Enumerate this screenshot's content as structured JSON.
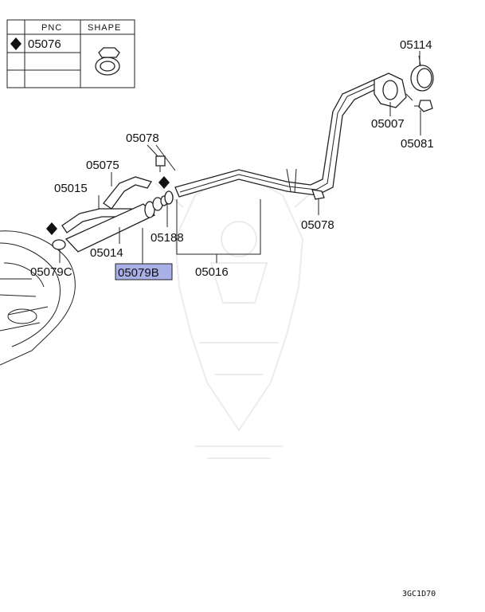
{
  "legend_table": {
    "header_pnc": "PNC",
    "header_shape": "SHAPE",
    "marker_icon": "black-diamond",
    "row_value": "05076"
  },
  "labels": {
    "p05114": "05114",
    "p05007": "05007",
    "p05081": "05081",
    "p05078_top": "05078",
    "p05075": "05075",
    "p05015": "05015",
    "p05078_right": "05078",
    "p05188": "05188",
    "p05014": "05014",
    "p05079C": "05079C",
    "p05079B": "05079B",
    "p05016": "05016"
  },
  "highlight": {
    "part": "05079B",
    "color": "#a9b0e6"
  },
  "footer_code": "3GC1D70"
}
